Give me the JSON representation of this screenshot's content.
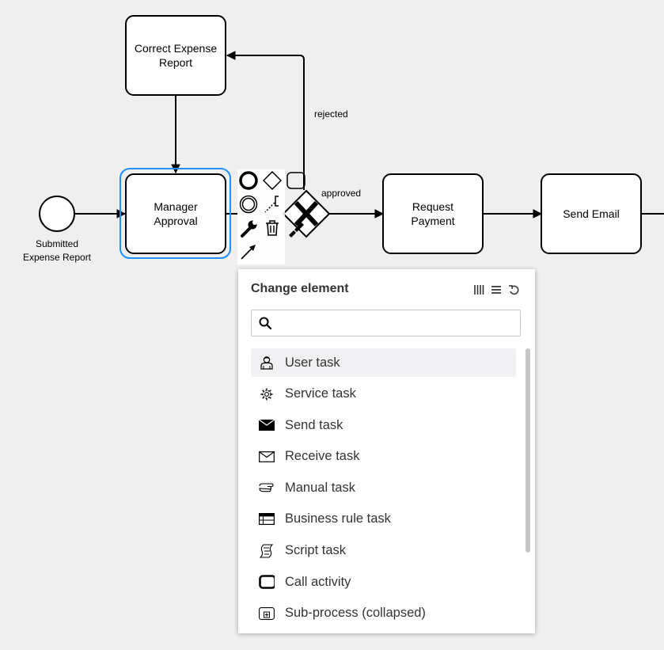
{
  "diagram": {
    "start_event": {
      "label": "Submitted Expense Report"
    },
    "tasks": {
      "correct_expense_report": "Correct Expense Report",
      "manager_approval": "Manager Approval",
      "request_payment": "Request Payment",
      "send_email": "Send Email"
    },
    "flows": {
      "rejected": "rejected",
      "approved": "approved"
    },
    "selection_color": "#1e90ff"
  },
  "context_pad": {
    "items": [
      "end-event-icon",
      "gateway-icon",
      "task-icon",
      "intermediate-event-icon",
      "text-annotation-icon",
      "wrench-icon",
      "trash-icon",
      "connect-arrow-icon"
    ]
  },
  "popup": {
    "title": "Change element",
    "header_icons": [
      "columns-icon",
      "list-icon",
      "undo-icon"
    ],
    "search": {
      "value": "",
      "placeholder": ""
    },
    "items": [
      {
        "label": "User task",
        "icon": "user-icon",
        "selected": true
      },
      {
        "label": "Service task",
        "icon": "gear-icon",
        "selected": false
      },
      {
        "label": "Send task",
        "icon": "envelope-filled-icon",
        "selected": false
      },
      {
        "label": "Receive task",
        "icon": "envelope-outline-icon",
        "selected": false
      },
      {
        "label": "Manual task",
        "icon": "hand-icon",
        "selected": false
      },
      {
        "label": "Business rule task",
        "icon": "table-icon",
        "selected": false
      },
      {
        "label": "Script task",
        "icon": "script-icon",
        "selected": false
      },
      {
        "label": "Call activity",
        "icon": "call-activity-icon",
        "selected": false
      },
      {
        "label": "Sub-process (collapsed)",
        "icon": "subprocess-collapsed-icon",
        "selected": false
      }
    ]
  }
}
